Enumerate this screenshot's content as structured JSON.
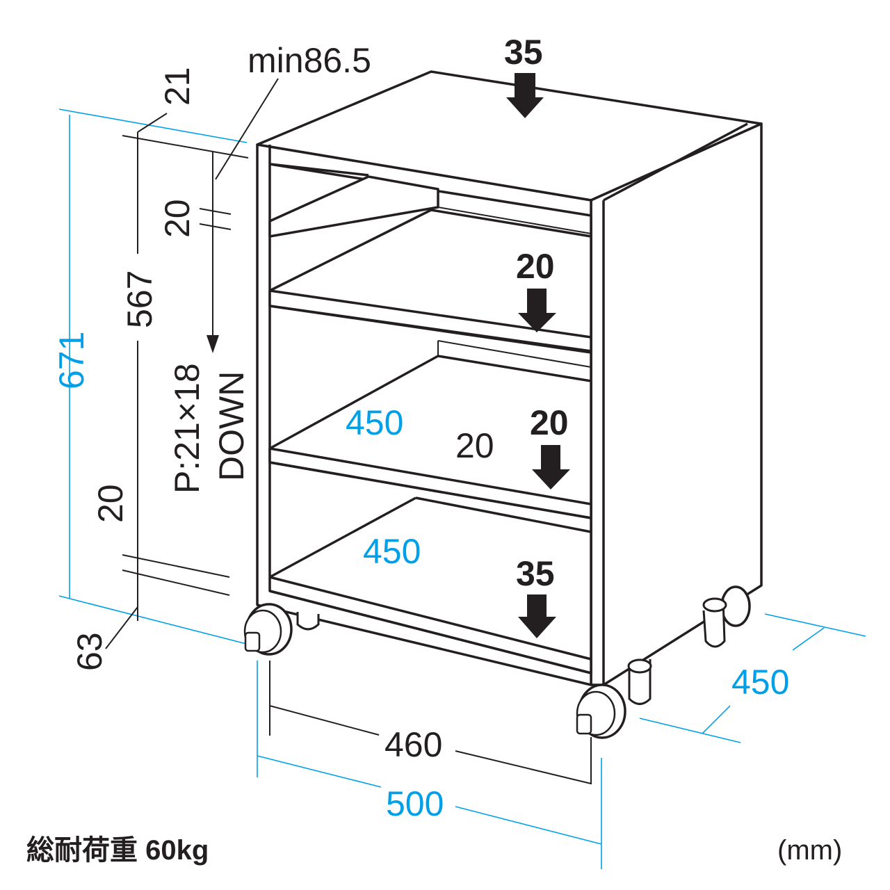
{
  "colors": {
    "ink": "#231f20",
    "dimension": "#00a0e9",
    "background": "#ffffff"
  },
  "dimensions": {
    "top_margin": "21",
    "min_clearance": "min86.5",
    "inner_height": "567",
    "total_height": "671",
    "upper_gap": "20",
    "lower_gap": "20",
    "caster_height": "63",
    "pitch_line1": "P:21×18",
    "pitch_line2": "DOWN",
    "shelf_depth_upper": "450",
    "shelf_depth_lower": "450",
    "shelf_thickness": "20",
    "inner_width": "460",
    "outer_width": "500",
    "outer_depth": "450"
  },
  "load_ratings": {
    "top": "35",
    "upper_shelf": "20",
    "middle_shelf": "20",
    "bottom": "35"
  },
  "footer": {
    "total_load": "総耐荷重 60kg",
    "unit": "(mm)"
  }
}
